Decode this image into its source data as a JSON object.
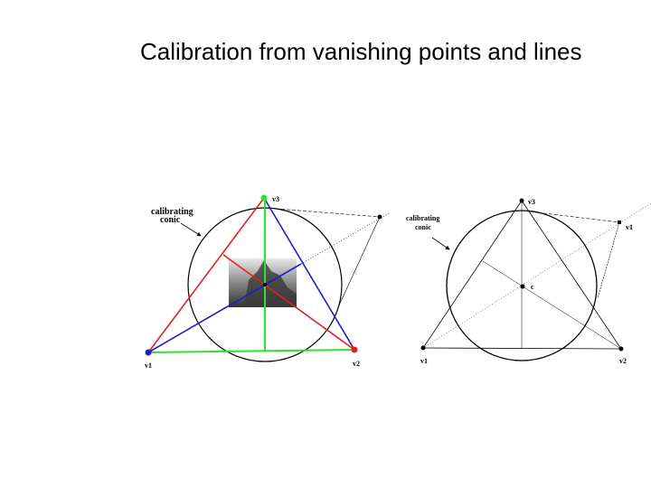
{
  "slide": {
    "title": "Calibration from vanishing points and lines"
  },
  "left_figure": {
    "label_line1": "calibrating",
    "label_line2": "conic",
    "v1": "v1",
    "v2": "v2",
    "v3": "v3",
    "colors": {
      "red": "#e02020",
      "blue": "#2020c0",
      "green": "#30e030"
    }
  },
  "right_figure": {
    "label_line1": "calibrating",
    "label_line2": "conic",
    "v1": "v1",
    "v2": "v2",
    "v3": "v3",
    "v1_prime": "v1",
    "center": "c"
  }
}
